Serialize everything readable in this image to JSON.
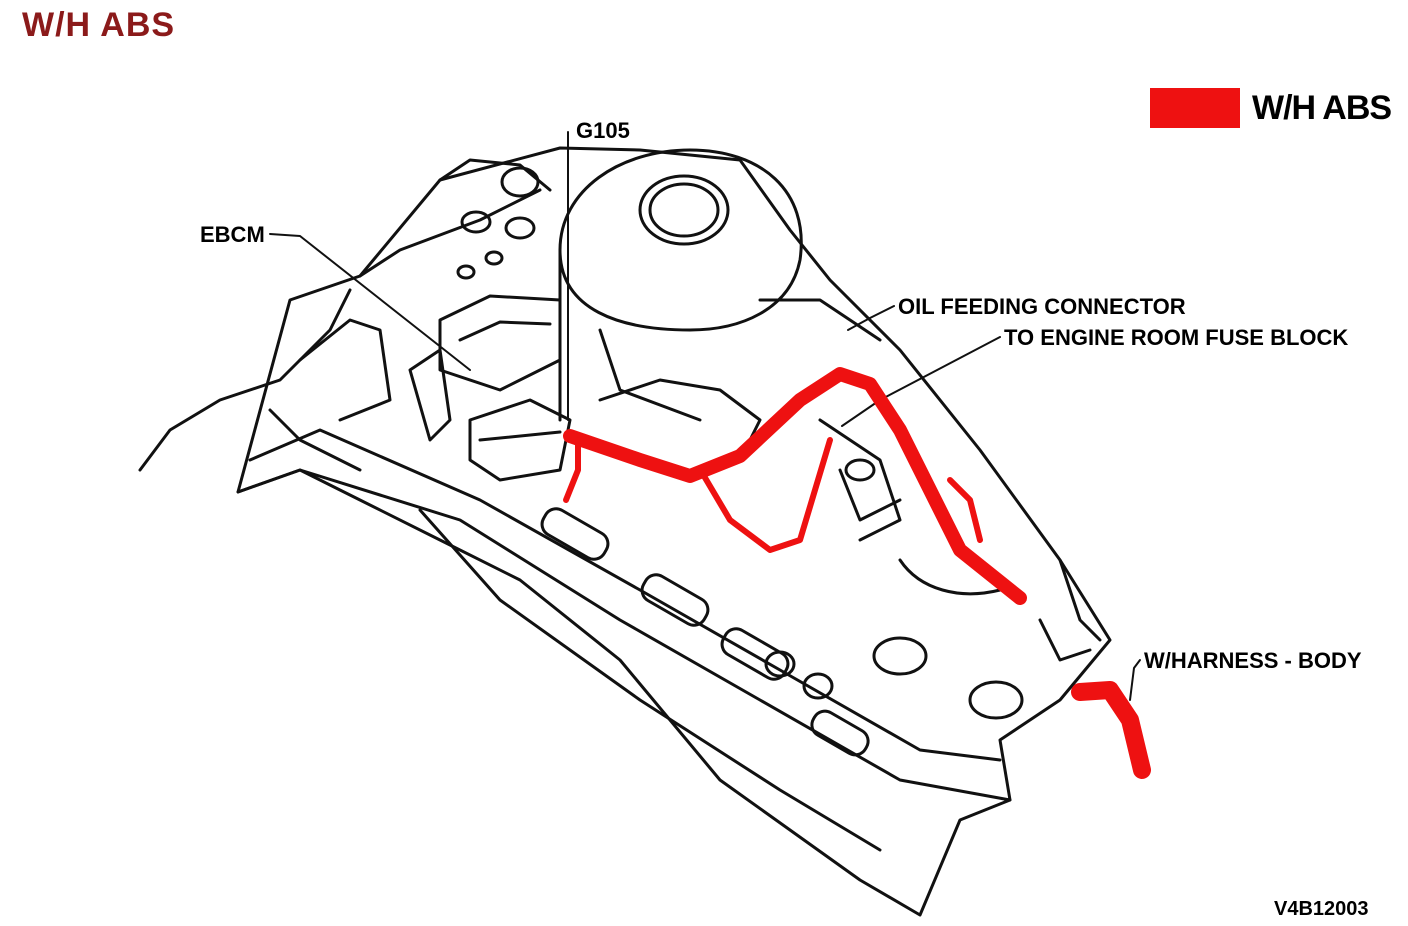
{
  "header": {
    "title": "W/H ABS",
    "title_color": "#8b1a1a"
  },
  "legend": {
    "label": "W/H ABS",
    "swatch_color": "#ee1111"
  },
  "callouts": {
    "g105": "G105",
    "ebcm": "EBCM",
    "oil_feeding_connector": "OIL FEEDING CONNECTOR",
    "to_engine_room_fuse_block": "TO ENGINE ROOM FUSE BLOCK",
    "wharness_body": "W/HARNESS - BODY"
  },
  "figure_code": "V4B12003",
  "colors": {
    "harness": "#ee1111",
    "line": "#111111",
    "background": "#ffffff"
  }
}
